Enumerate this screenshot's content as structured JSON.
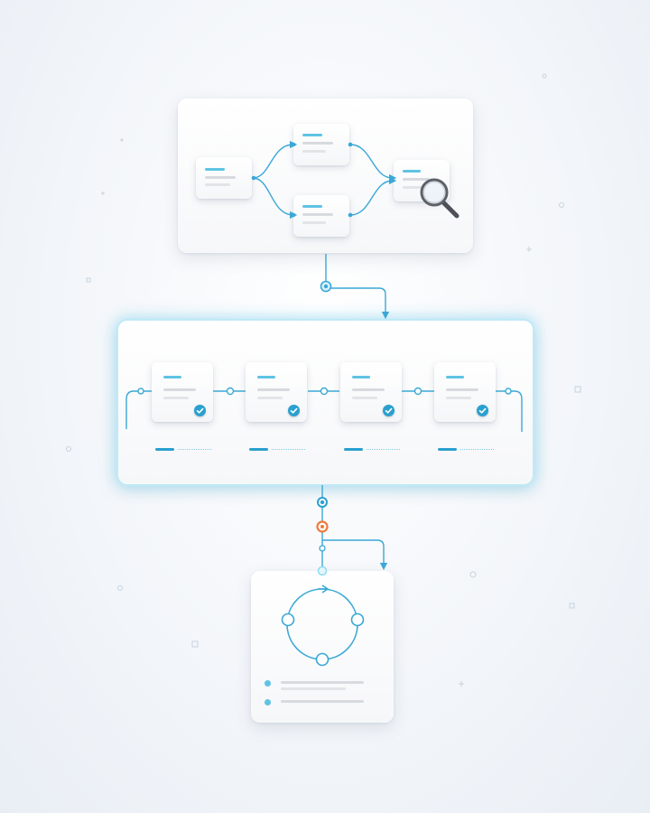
{
  "colors": {
    "accent": "#2aa0cf",
    "accent_light": "#5fc3e4",
    "connector": "#3aa8d6",
    "glow": "#8fdcf2",
    "highlight_orange": "#f07a3a",
    "placeholder_gray": "#d7dadf"
  },
  "icons": [
    "magnifier-icon",
    "checkmark-icon",
    "cycle-arrow-icon"
  ],
  "top_panel": {
    "cards": [
      "start-card",
      "upper-branch-card",
      "lower-branch-card",
      "inspect-card"
    ]
  },
  "pipeline_panel": {
    "steps": [
      {
        "status": "complete"
      },
      {
        "status": "complete"
      },
      {
        "status": "complete"
      },
      {
        "status": "complete"
      }
    ]
  },
  "cycle_panel": {
    "nodes": 3,
    "list_items": 2
  }
}
